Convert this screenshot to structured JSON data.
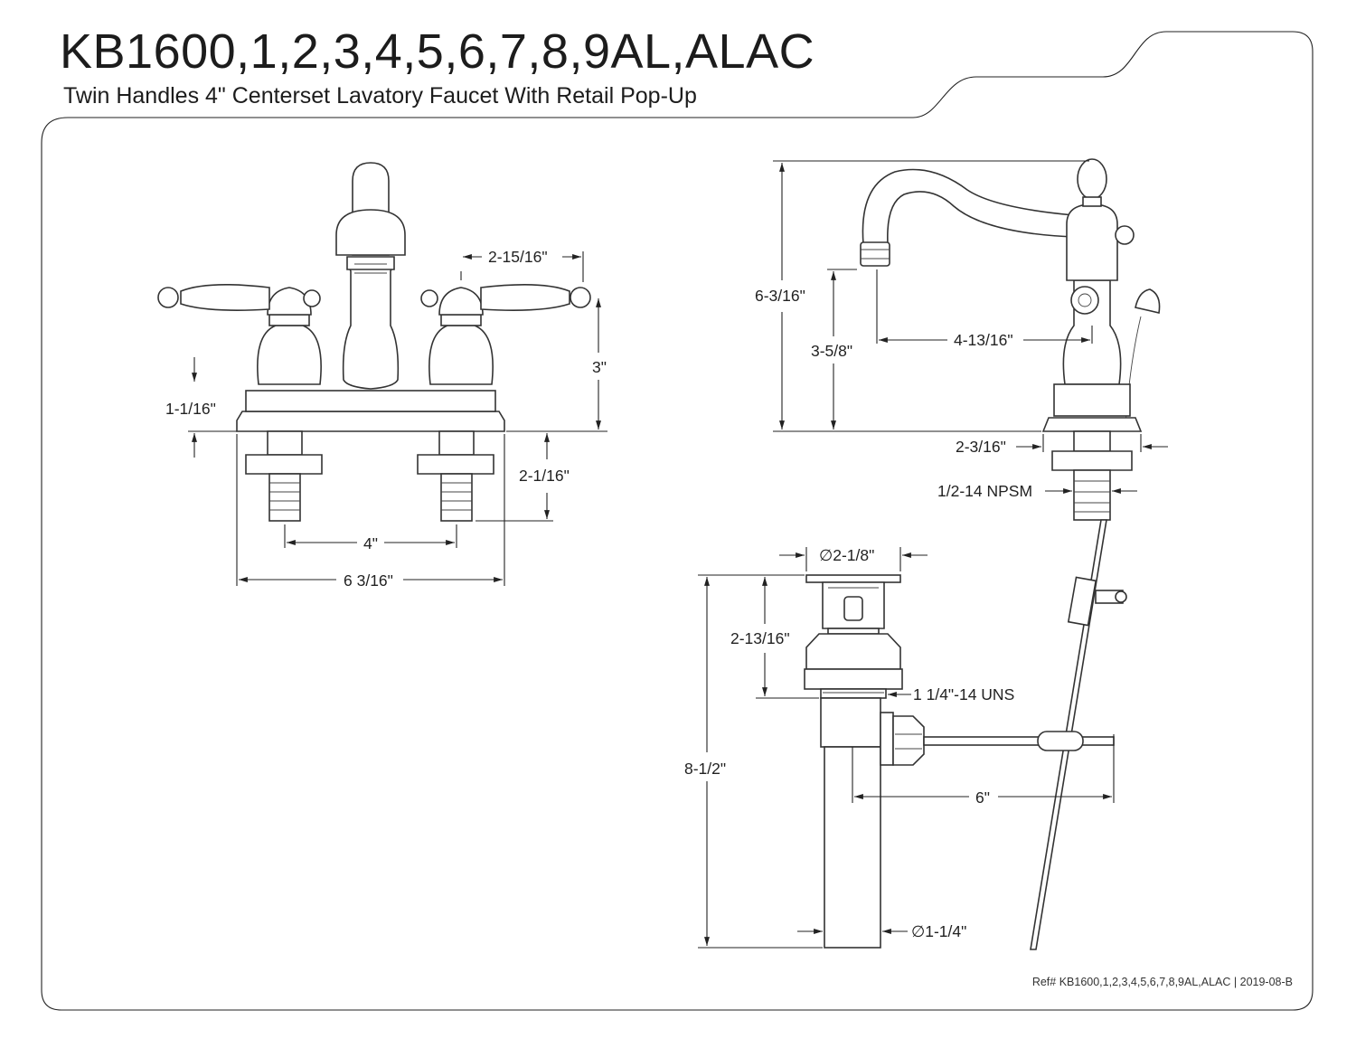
{
  "title": "KB1600,1,2,3,4,5,6,7,8,9AL,ALAC",
  "subtitle": "Twin Handles 4\" Centerset Lavatory Faucet With Retail Pop-Up",
  "reference": "Ref# KB1600,1,2,3,4,5,6,7,8,9AL,ALAC | 2019-08-B",
  "front_view": {
    "handle_offset": "2-15/16\"",
    "height_to_handle": "3\"",
    "base_height": "1-1/16\"",
    "shank_length": "2-1/16\"",
    "center_spacing": "4\"",
    "overall_width": "6 3/16\""
  },
  "side_view": {
    "overall_height": "6-3/16\"",
    "spout_height": "3-5/8\"",
    "spout_reach": "4-13/16\"",
    "base_depth": "2-3/16\"",
    "thread": "1/2-14 NPSM"
  },
  "drain_view": {
    "flange_diameter": "∅2-1/8\"",
    "body_height": "2-13/16\"",
    "thread": "1 1/4\"-14 UNS",
    "overall_length": "8-1/2\"",
    "rod_reach": "6\"",
    "tail_diameter": "∅1-1/4\""
  },
  "colors": {
    "line": "#222222",
    "background": "#ffffff"
  }
}
